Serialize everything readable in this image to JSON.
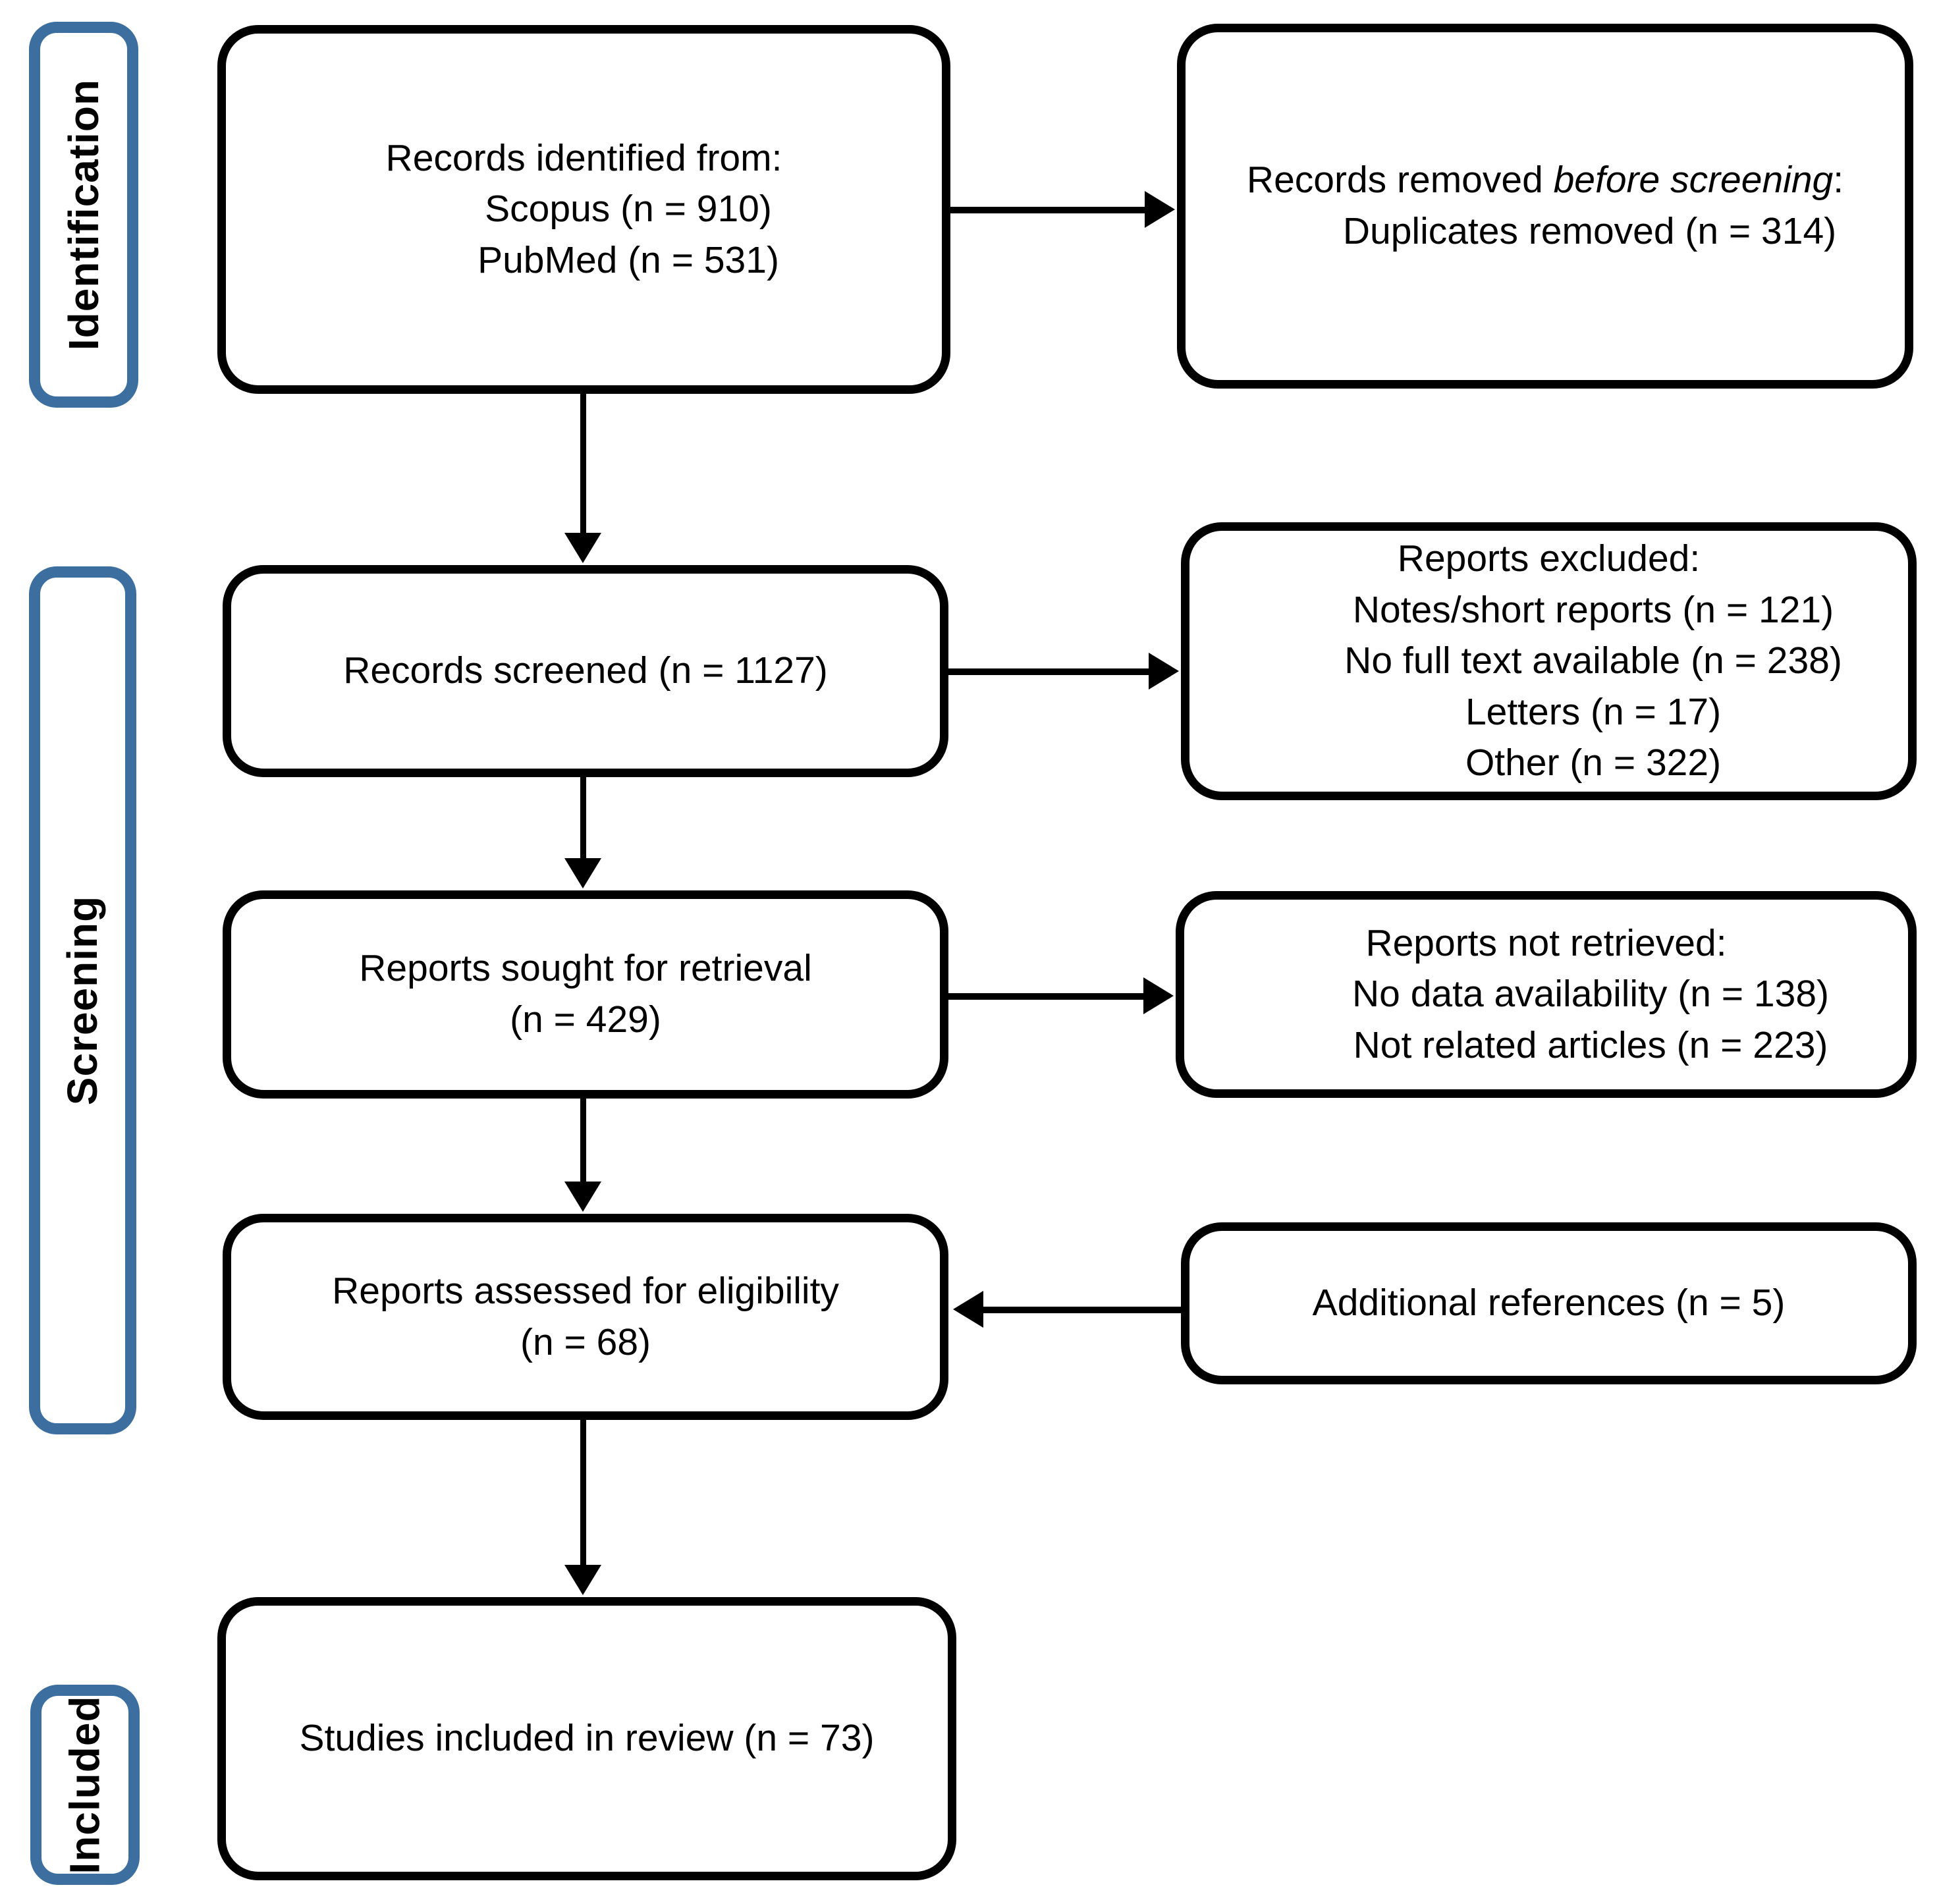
{
  "colors": {
    "stage_border": "#3C6E9F",
    "box_border": "#000000",
    "text": "#000000",
    "background": "#FFFFFF"
  },
  "stages": {
    "identification": "Identification",
    "screening": "Screening",
    "included": "Included"
  },
  "boxes": {
    "records_identified": {
      "header": "Records identified from:",
      "items": [
        "Scopus (n = 910)",
        "PubMed (n = 531)"
      ]
    },
    "records_removed": {
      "prefix": "Records removed ",
      "emphasis": "before screening",
      "suffix": ":",
      "item": "Duplicates removed (n = 314)"
    },
    "records_screened": {
      "line": "Records screened (n = 1127)"
    },
    "reports_excluded": {
      "header": "Reports excluded:",
      "items": [
        "Notes/short reports (n = 121)",
        "No full text available (n = 238)",
        "Letters (n = 17)",
        "Other (n = 322)"
      ]
    },
    "reports_sought": {
      "line1": "Reports sought for retrieval",
      "line2": "(n = 429)"
    },
    "reports_not_retrieved": {
      "header": "Reports not retrieved:",
      "items": [
        "No data availability (n = 138)",
        "Not related articles (n = 223)"
      ]
    },
    "reports_assessed": {
      "line1": "Reports assessed for eligibility",
      "line2": "(n = 68)"
    },
    "additional_references": {
      "line": "Additional references (n = 5)"
    },
    "studies_included": {
      "line": "Studies included in review (n = 73)"
    }
  }
}
